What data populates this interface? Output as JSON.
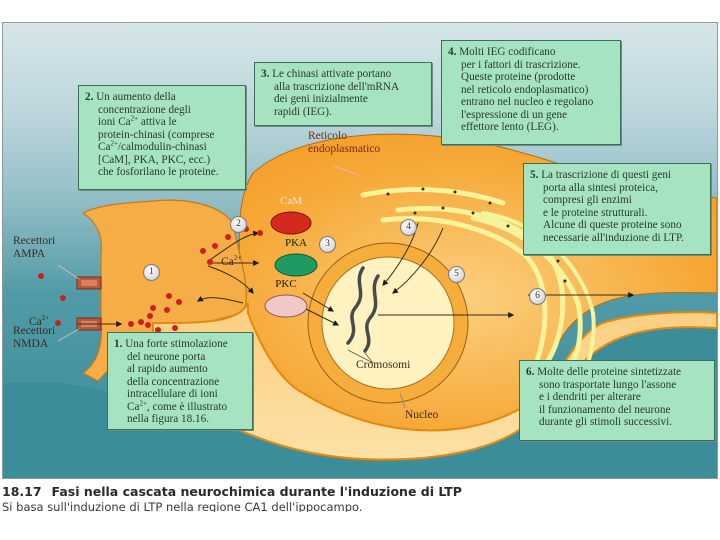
{
  "figure": {
    "number": "18.17",
    "title": "Fasi nella cascata neurochimica durante l'induzione di LTP",
    "subtitle": "Si basa sull'induzione di LTP nella regione CA1 dell'ippocampo."
  },
  "labels": {
    "ampa": [
      "Recettori",
      "AMPA"
    ],
    "nmda": [
      "Recettori",
      "NMDA"
    ],
    "ca_outside": "Ca",
    "ca_inside": "Ca",
    "ca_superscript": "2+",
    "reticolo": [
      "Reticolo",
      "endoplasmatico"
    ],
    "cromosomi": "Cromosomi",
    "nucleo": "Nucleo"
  },
  "enzymes": [
    {
      "name": "CaM",
      "color": "#d42a1e"
    },
    {
      "name": "PKA",
      "color": "#1f9a62"
    },
    {
      "name": "PKC",
      "color": "#f1c8c8"
    }
  ],
  "step_markers": [
    "1",
    "2",
    "3",
    "4",
    "5",
    "6"
  ],
  "steps": [
    {
      "num": "1.",
      "lines": [
        "Una forte stimolazione",
        "del neurone porta",
        "al rapido aumento",
        "della concentrazione",
        "intracellulare di ioni",
        "Ca2+, come è illustrato",
        "nella figura 18.16."
      ]
    },
    {
      "num": "2.",
      "lines": [
        "Un aumento della",
        "concentrazione degli",
        "ioni  Ca2+ attiva le",
        "protein-chinasi (comprese",
        "Ca2+/calmodulin-chinasi",
        "[CaM], PKA, PKC, ecc.)",
        "che fosforilano le proteine."
      ]
    },
    {
      "num": "3.",
      "lines": [
        "Le chinasi attivate portano",
        "alla trascrizione dell'mRNA",
        "dei geni inizialmente",
        "rapidi (IEG)."
      ]
    },
    {
      "num": "4.",
      "lines": [
        "Molti IEG codificano",
        "per i fattori di trascrizione.",
        "Queste proteine (prodotte",
        "nel reticolo endoplasmatico)",
        "entrano nel nucleo e regolano",
        "l'espressione di un gene",
        "effettore lento (LEG)."
      ]
    },
    {
      "num": "5.",
      "lines": [
        "La trascrizione di questi geni",
        "porta alla sintesi proteica,",
        "compresi gli enzimi",
        "e le proteine strutturali.",
        "Alcune di queste proteine sono",
        "necessarie all'induzione di LTP."
      ]
    },
    {
      "num": "6.",
      "lines": [
        "Molte delle proteine  sintetizzate",
        "sono trasportate lungo l'assone",
        "e i dendriti per alterare",
        "il funzionamento del neurone",
        "durante gli stimoli successivi."
      ]
    }
  ],
  "colors": {
    "cytoplasm": "#f6a32e",
    "nucleus": "#fdf2c0",
    "box_fill": "#a6e3c1",
    "ion": "#cc1f1f",
    "extracellular": "#3c8d9a"
  }
}
